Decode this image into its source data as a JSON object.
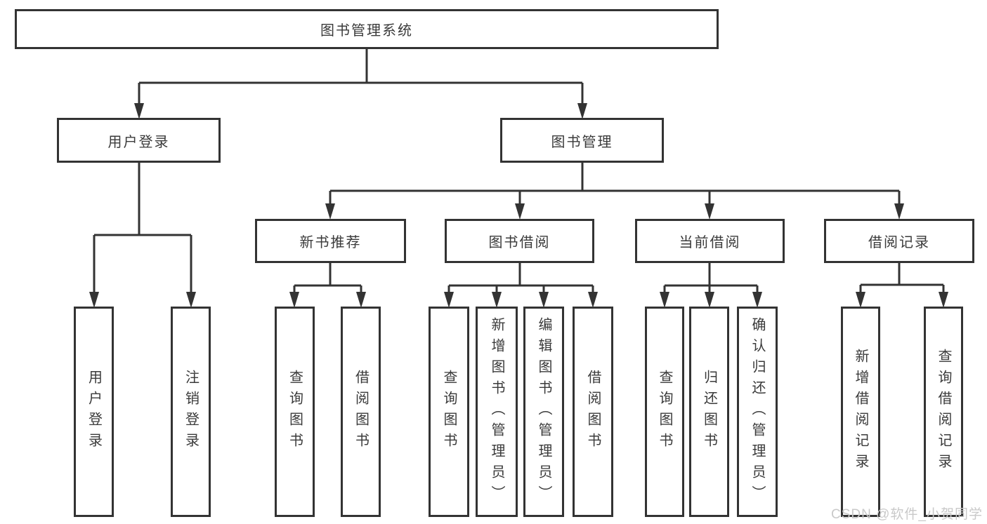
{
  "diagram": {
    "type": "tree",
    "root": {
      "label": "图书管理系统"
    },
    "level2": [
      {
        "label": "用户登录",
        "parent": "图书管理系统"
      },
      {
        "label": "图书管理",
        "parent": "图书管理系统"
      }
    ],
    "level3": [
      {
        "label": "新书推荐",
        "parent": "图书管理"
      },
      {
        "label": "图书借阅",
        "parent": "图书管理"
      },
      {
        "label": "当前借阅",
        "parent": "图书管理"
      },
      {
        "label": "借阅记录",
        "parent": "图书管理"
      }
    ],
    "leaves": [
      {
        "label": "用户登录",
        "parent": "用户登录"
      },
      {
        "label": "注销登录",
        "parent": "用户登录"
      },
      {
        "label": "查询图书",
        "parent": "新书推荐"
      },
      {
        "label": "借阅图书",
        "parent": "新书推荐"
      },
      {
        "label": "查询图书",
        "parent": "图书借阅"
      },
      {
        "label": "新增图书（管理员）",
        "parent": "图书借阅"
      },
      {
        "label": "编辑图书（管理员）",
        "parent": "图书借阅"
      },
      {
        "label": "借阅图书",
        "parent": "图书借阅"
      },
      {
        "label": "查询图书",
        "parent": "当前借阅"
      },
      {
        "label": "归还图书",
        "parent": "当前借阅"
      },
      {
        "label": "确认归还（管理员）",
        "parent": "当前借阅"
      },
      {
        "label": "新增借阅记录",
        "parent": "借阅记录"
      },
      {
        "label": "查询借阅记录",
        "parent": "借阅记录"
      }
    ],
    "colors": {
      "line": "#333333",
      "box_border": "#333333",
      "text": "#3a3a3a",
      "background": "#ffffff",
      "watermark": "#c9c9c9"
    }
  },
  "watermark": {
    "text": "CSDN @软件_小贺同学"
  }
}
